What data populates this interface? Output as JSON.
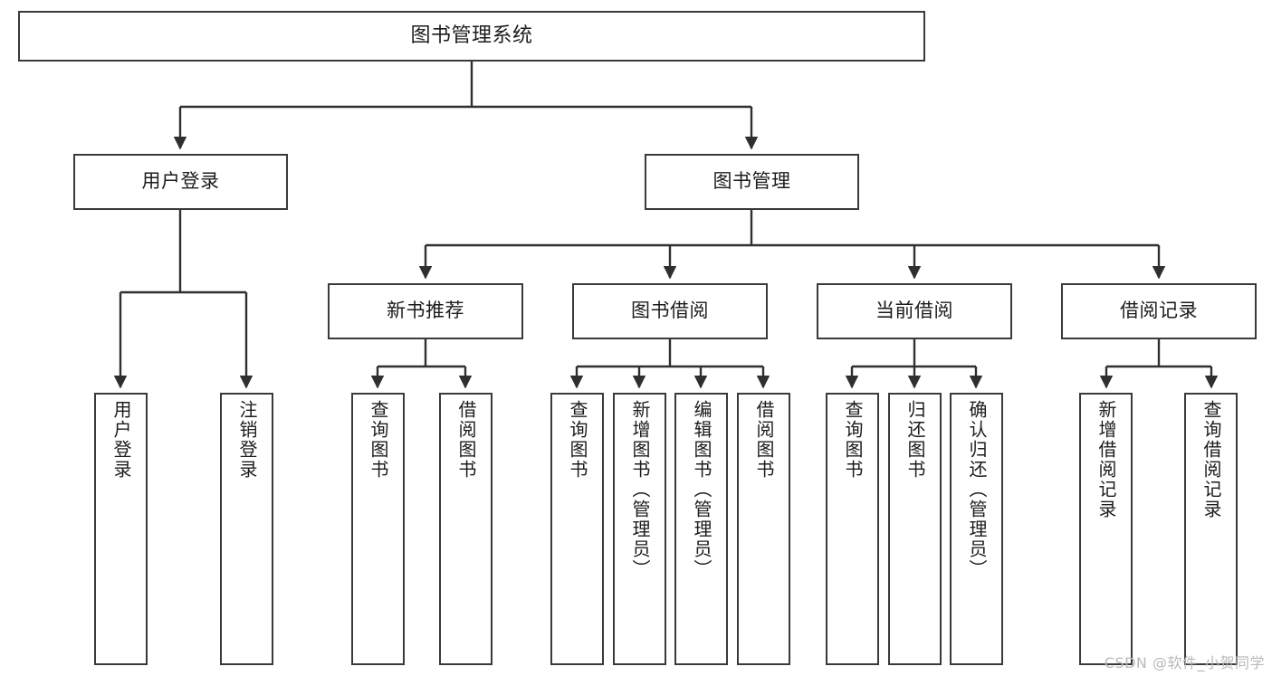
{
  "diagram": {
    "title": "图书管理系统",
    "type": "tree",
    "root": {
      "id": "root",
      "label": "图书管理系统",
      "orientation": "horizontal"
    },
    "level1": [
      {
        "id": "user-login",
        "label": "用户登录",
        "orientation": "horizontal"
      },
      {
        "id": "book-management",
        "label": "图书管理",
        "orientation": "horizontal"
      }
    ],
    "level2": [
      {
        "id": "new-book-recommend",
        "label": "新书推荐",
        "orientation": "horizontal",
        "parent": "book-management"
      },
      {
        "id": "book-borrow",
        "label": "图书借阅",
        "orientation": "horizontal",
        "parent": "book-management"
      },
      {
        "id": "current-borrow",
        "label": "当前借阅",
        "orientation": "horizontal",
        "parent": "book-management"
      },
      {
        "id": "borrow-record",
        "label": "借阅记录",
        "orientation": "horizontal",
        "parent": "book-management"
      }
    ],
    "leaves": [
      {
        "id": "leaf-user-login",
        "label": "用户登录",
        "parent": "user-login",
        "orientation": "vertical"
      },
      {
        "id": "leaf-user-logout",
        "label": "注销登录",
        "parent": "user-login",
        "orientation": "vertical"
      },
      {
        "id": "leaf-query-book-1",
        "label": "查询图书",
        "parent": "new-book-recommend",
        "orientation": "vertical"
      },
      {
        "id": "leaf-borrow-book-1",
        "label": "借阅图书",
        "parent": "new-book-recommend",
        "orientation": "vertical"
      },
      {
        "id": "leaf-query-book-2",
        "label": "查询图书",
        "parent": "book-borrow",
        "orientation": "vertical"
      },
      {
        "id": "leaf-add-book",
        "label": "新增图书（管理员）",
        "parent": "book-borrow",
        "orientation": "vertical"
      },
      {
        "id": "leaf-edit-book",
        "label": "编辑图书（管理员）",
        "parent": "book-borrow",
        "orientation": "vertical"
      },
      {
        "id": "leaf-borrow-book-2",
        "label": "借阅图书",
        "parent": "book-borrow",
        "orientation": "vertical"
      },
      {
        "id": "leaf-query-book-3",
        "label": "查询图书",
        "parent": "current-borrow",
        "orientation": "vertical"
      },
      {
        "id": "leaf-return-book",
        "label": "归还图书",
        "parent": "current-borrow",
        "orientation": "vertical"
      },
      {
        "id": "leaf-confirm-return",
        "label": "确认归还（管理员）",
        "parent": "current-borrow",
        "orientation": "vertical"
      },
      {
        "id": "leaf-add-record",
        "label": "新增借阅记录",
        "parent": "borrow-record",
        "orientation": "vertical"
      },
      {
        "id": "leaf-query-record",
        "label": "查询借阅记录",
        "parent": "borrow-record",
        "orientation": "vertical"
      }
    ]
  },
  "watermark": {
    "text": "CSDN @软件_小贺同学"
  },
  "colors": {
    "border": "#3a3a3a",
    "background": "#ffffff",
    "text": "#1c1c1c",
    "edge": "#2f2f2f",
    "watermark": "#b9b9b9"
  }
}
